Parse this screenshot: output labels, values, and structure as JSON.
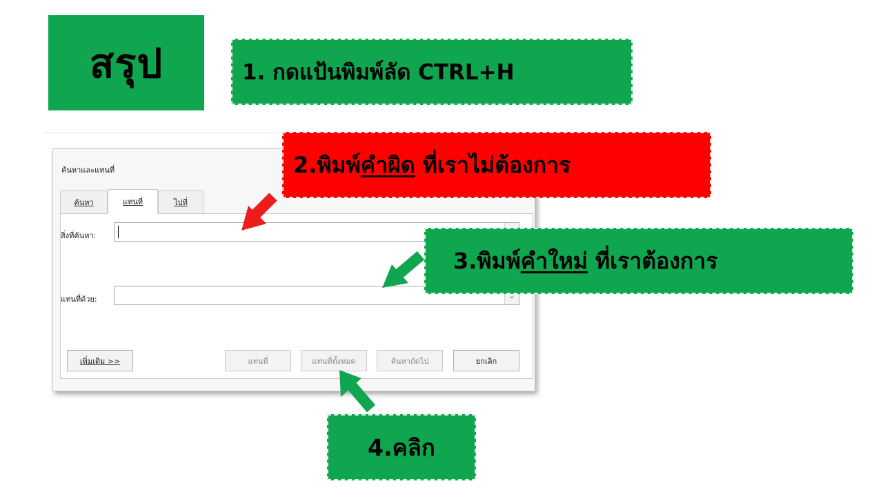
{
  "title": "สรุป",
  "steps": {
    "step1": "1. กดแป้นพิมพ์ลัด CTRL+H",
    "step2_prefix": "2.พิมพ์",
    "step2_underlined": "คำผิด",
    "step2_suffix": " ที่เราไม่ต้องการ",
    "step3_prefix": "3.พิมพ์",
    "step3_underlined": "คำใหม่",
    "step3_suffix": " ที่เราต้องการ",
    "step4": "4.คลิก"
  },
  "dialog": {
    "title": "ค้นหาและแทนที่",
    "tabs": [
      "ค้นหา",
      "แทนที่",
      "ไปที่"
    ],
    "find_label": "สิ่งที่ค้นหา:",
    "find_value": "",
    "replace_label": "แทนที่ด้วย:",
    "replace_value": "",
    "buttons": {
      "more": "เพิ่มเติม >>",
      "replace": "แทนที่",
      "replace_all": "แทนที่ทั้งหมด",
      "find_next": "ค้นหาถัดไป",
      "cancel": "ยกเลิก"
    }
  },
  "colors": {
    "green": "#0fa64f",
    "red": "#ff0000"
  }
}
